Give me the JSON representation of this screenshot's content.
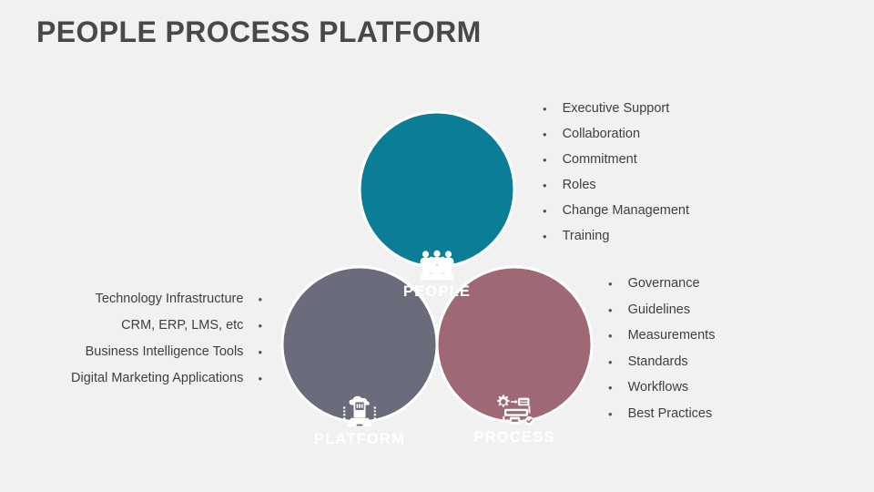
{
  "slide": {
    "title": "PEOPLE PROCESS PLATFORM",
    "background_color": "#f1f1f1",
    "title_color": "#484848"
  },
  "venn": {
    "circles": [
      {
        "id": "people",
        "label": "PEOPLE",
        "icon": "group-of-people-icon",
        "color": "#0a7e97"
      },
      {
        "id": "platform",
        "label": "PLATFORM",
        "icon": "cloud-device-platform-icon",
        "color": "#6a6b7b"
      },
      {
        "id": "process",
        "label": "PROCESS",
        "icon": "workflow-process-icon",
        "color": "#9e6874"
      }
    ],
    "outline_color": "#ffffff"
  },
  "people_list": {
    "items": [
      "Executive Support",
      "Collaboration",
      "Commitment",
      "Roles",
      "Change Management",
      "Training"
    ],
    "bullet": "•"
  },
  "process_list": {
    "items": [
      "Governance",
      "Guidelines",
      "Measurements",
      "Standards",
      "Workflows",
      "Best Practices"
    ],
    "bullet": "•"
  },
  "platform_list": {
    "items": [
      "Technology Infrastructure",
      "CRM, ERP, LMS, etc",
      "Business Intelligence Tools",
      "Digital Marketing Applications"
    ],
    "bullet": "•"
  }
}
